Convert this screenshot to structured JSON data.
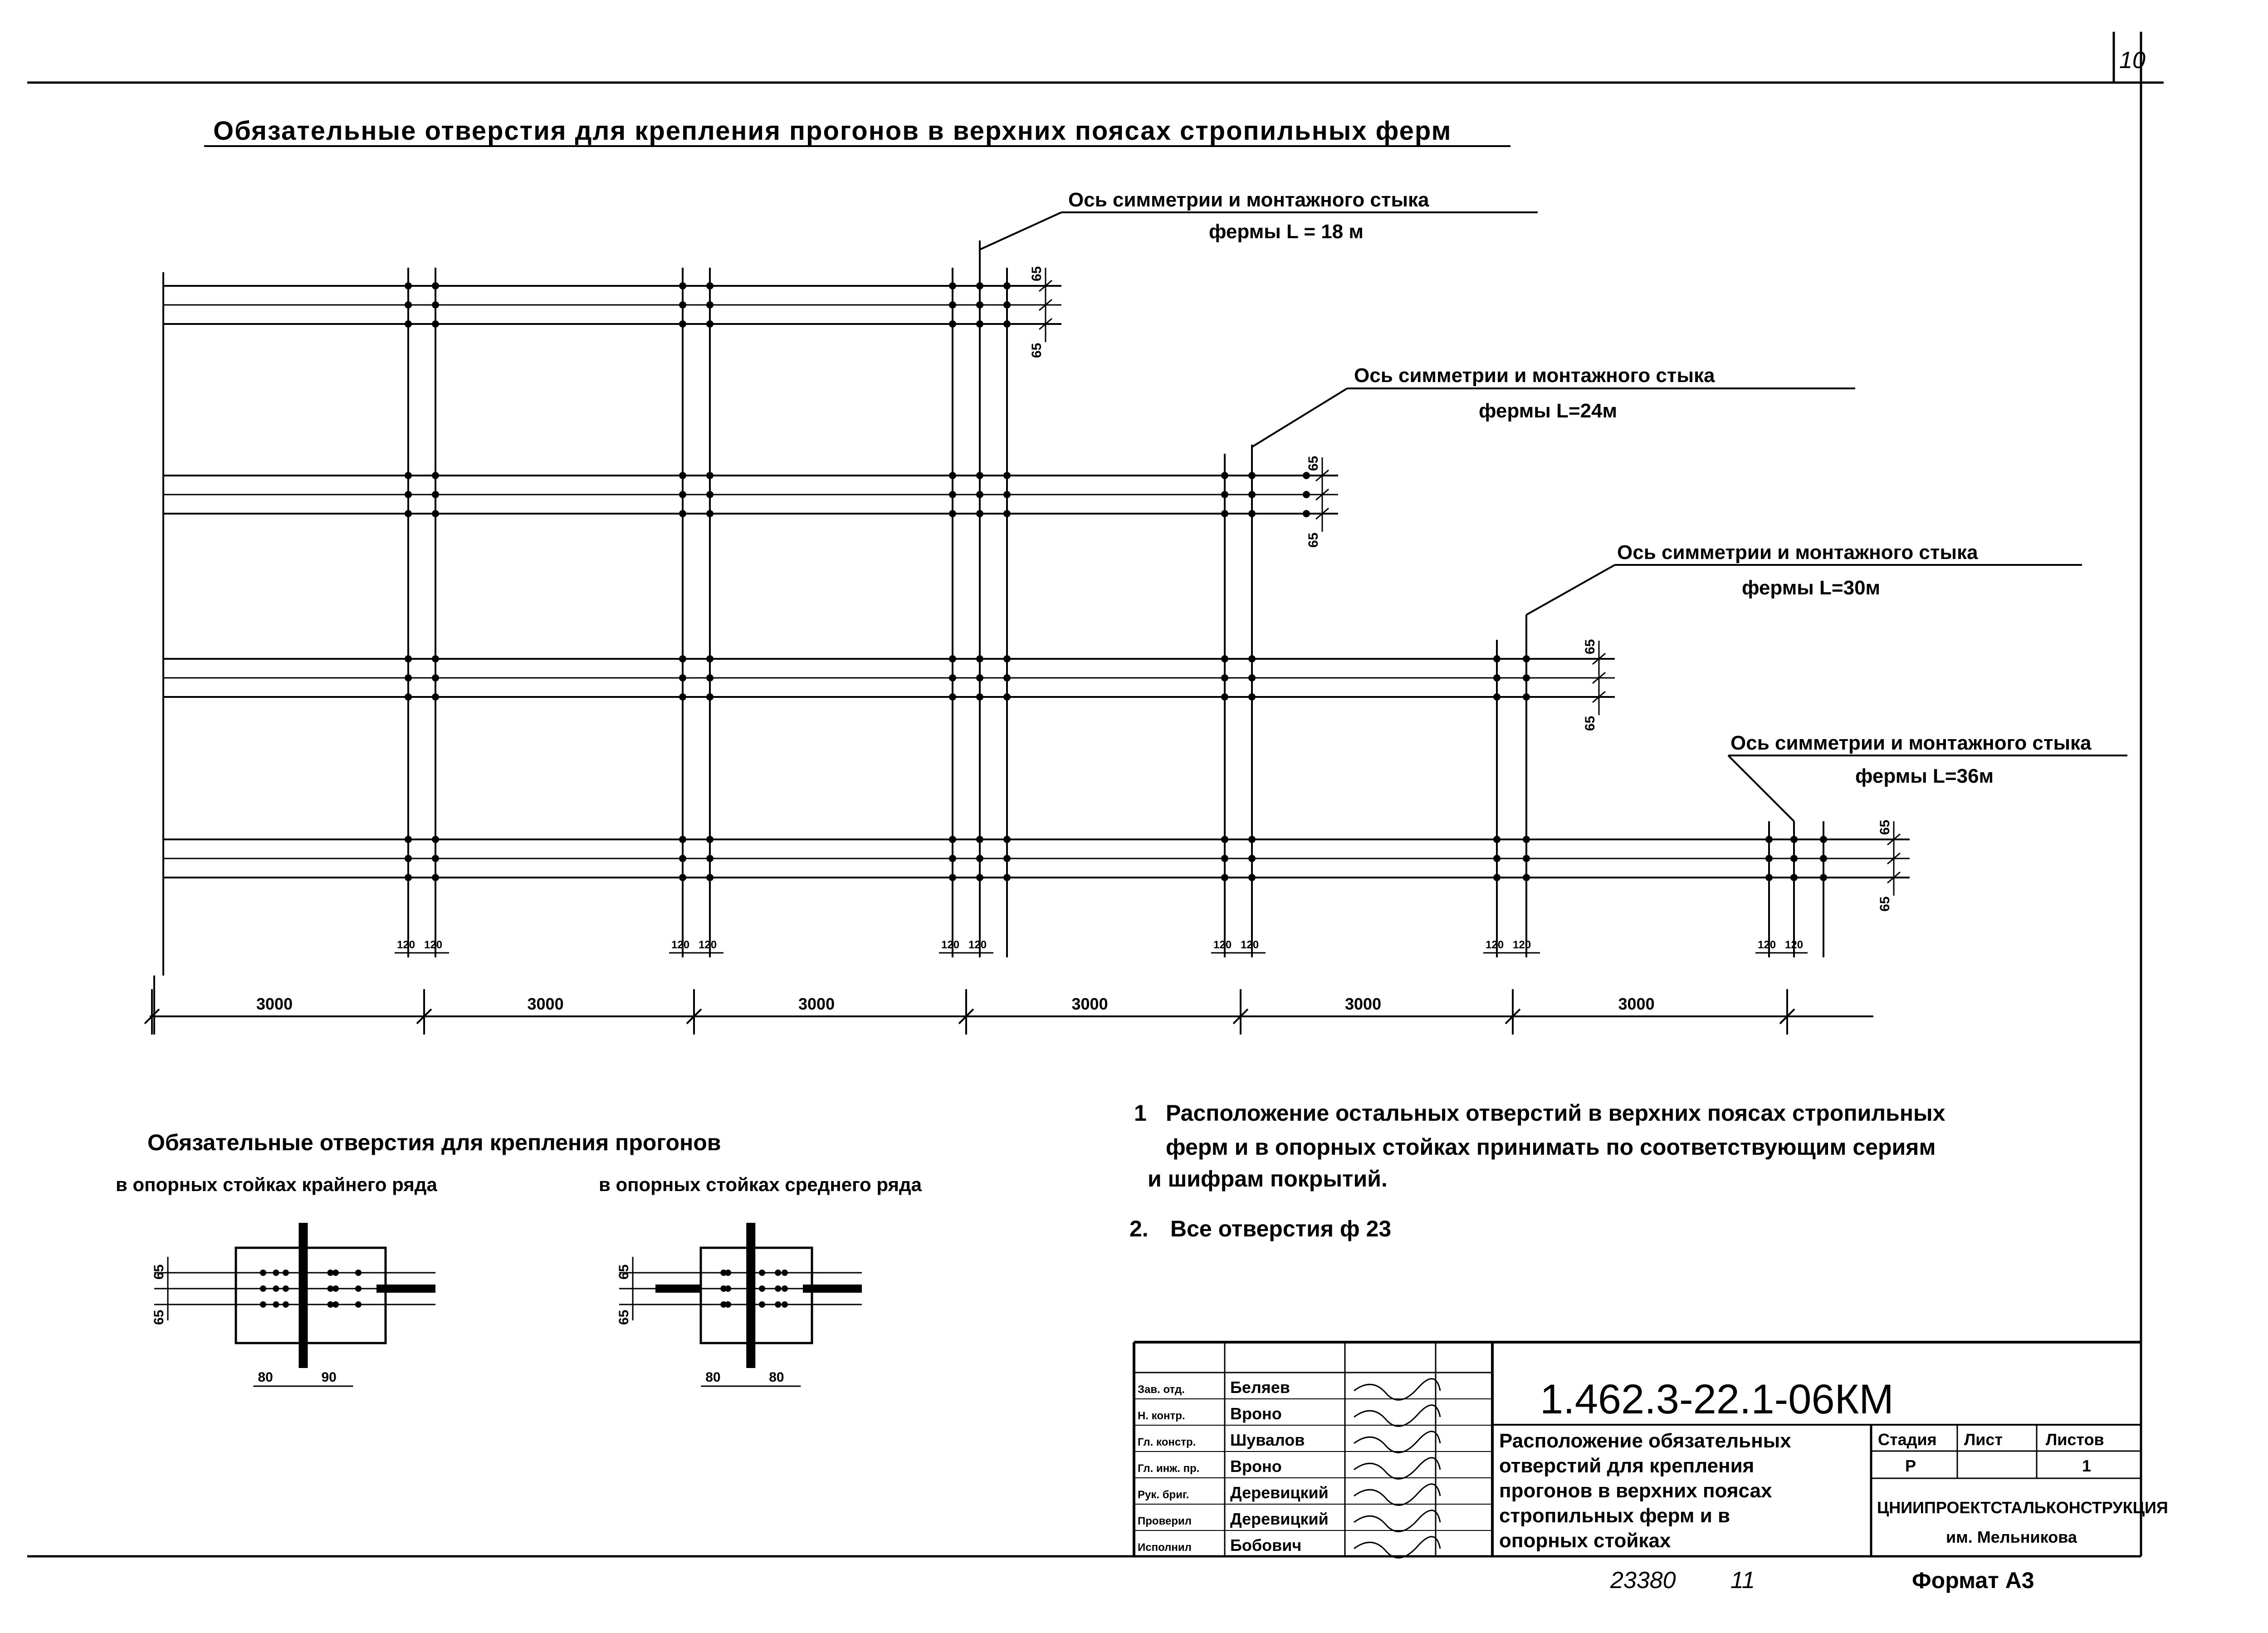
{
  "page": {
    "sheet_number": "10"
  },
  "main_title": "Обязательные отверстия для крепления прогонов в верхних поясах стропильных ферм",
  "callouts": [
    {
      "line1": "Ось симметрии и монтажного стыка",
      "line2": "фермы L = 18 м"
    },
    {
      "line1": "Ось симметрии и монтажного стыка",
      "line2": "фермы L=24м"
    },
    {
      "line1": "Ось симметрии и монтажного стыка",
      "line2": "фермы L=30м"
    },
    {
      "line1": "Ось симметрии и монтажного стыка",
      "line2": "фермы L=36м"
    }
  ],
  "grid": {
    "spacing_label": "3000",
    "spacing_count": 6,
    "offset_label": "120",
    "offset_count": 12,
    "row_gap_label": "65",
    "row_gap_count": 8
  },
  "columns_section": {
    "title": "Обязательные отверстия для крепления прогонов",
    "left_caption": "в опорных стойках крайнего ряда",
    "right_caption": "в опорных стойках среднего ряда",
    "dims": {
      "row_gap": "65",
      "edge_distance": "80",
      "edge_distance_alt": "90"
    }
  },
  "notes": [
    {
      "number": "1",
      "lines": [
        "Расположение остальных отверстий в верхних поясах стропильных",
        "ферм и в опорных стойках принимать по соответствующим сериям",
        "и шифрам покрытий."
      ]
    },
    {
      "number": "2.",
      "lines": [
        "Все отверстия ф 23"
      ]
    }
  ],
  "title_block": {
    "code": "1.462.3-22.1-06КМ",
    "description": [
      "Расположение обязательных",
      "отверстий для крепления",
      "прогонов в верхних поясах",
      "стропильных ферм и в",
      "опорных стойках"
    ],
    "headers": {
      "stage": "Стадия",
      "sheet": "Лист",
      "sheets": "Листов"
    },
    "values": {
      "stage": "Р",
      "sheet": "",
      "sheets": "1"
    },
    "organization": [
      "ЦНИИПРОЕКТСТАЛЬКОНСТРУКЦИЯ",
      "им. Мельникова"
    ],
    "signatures": [
      {
        "role": "Зав. отд.",
        "name": "Беляев"
      },
      {
        "role": "Н. контр.",
        "name": "Вроно"
      },
      {
        "role": "Гл. констр.",
        "name": "Шувалов"
      },
      {
        "role": "Гл. инж. пр.",
        "name": "Вроно"
      },
      {
        "role": "Рук. бриг.",
        "name": "Деревицкий"
      },
      {
        "role": "Проверил",
        "name": "Деревицкий"
      },
      {
        "role": "Исполнил",
        "name": "Бобович"
      }
    ]
  },
  "bottom": {
    "inventory_number": "23380",
    "copy_number": "11",
    "format": "Формат А3"
  }
}
